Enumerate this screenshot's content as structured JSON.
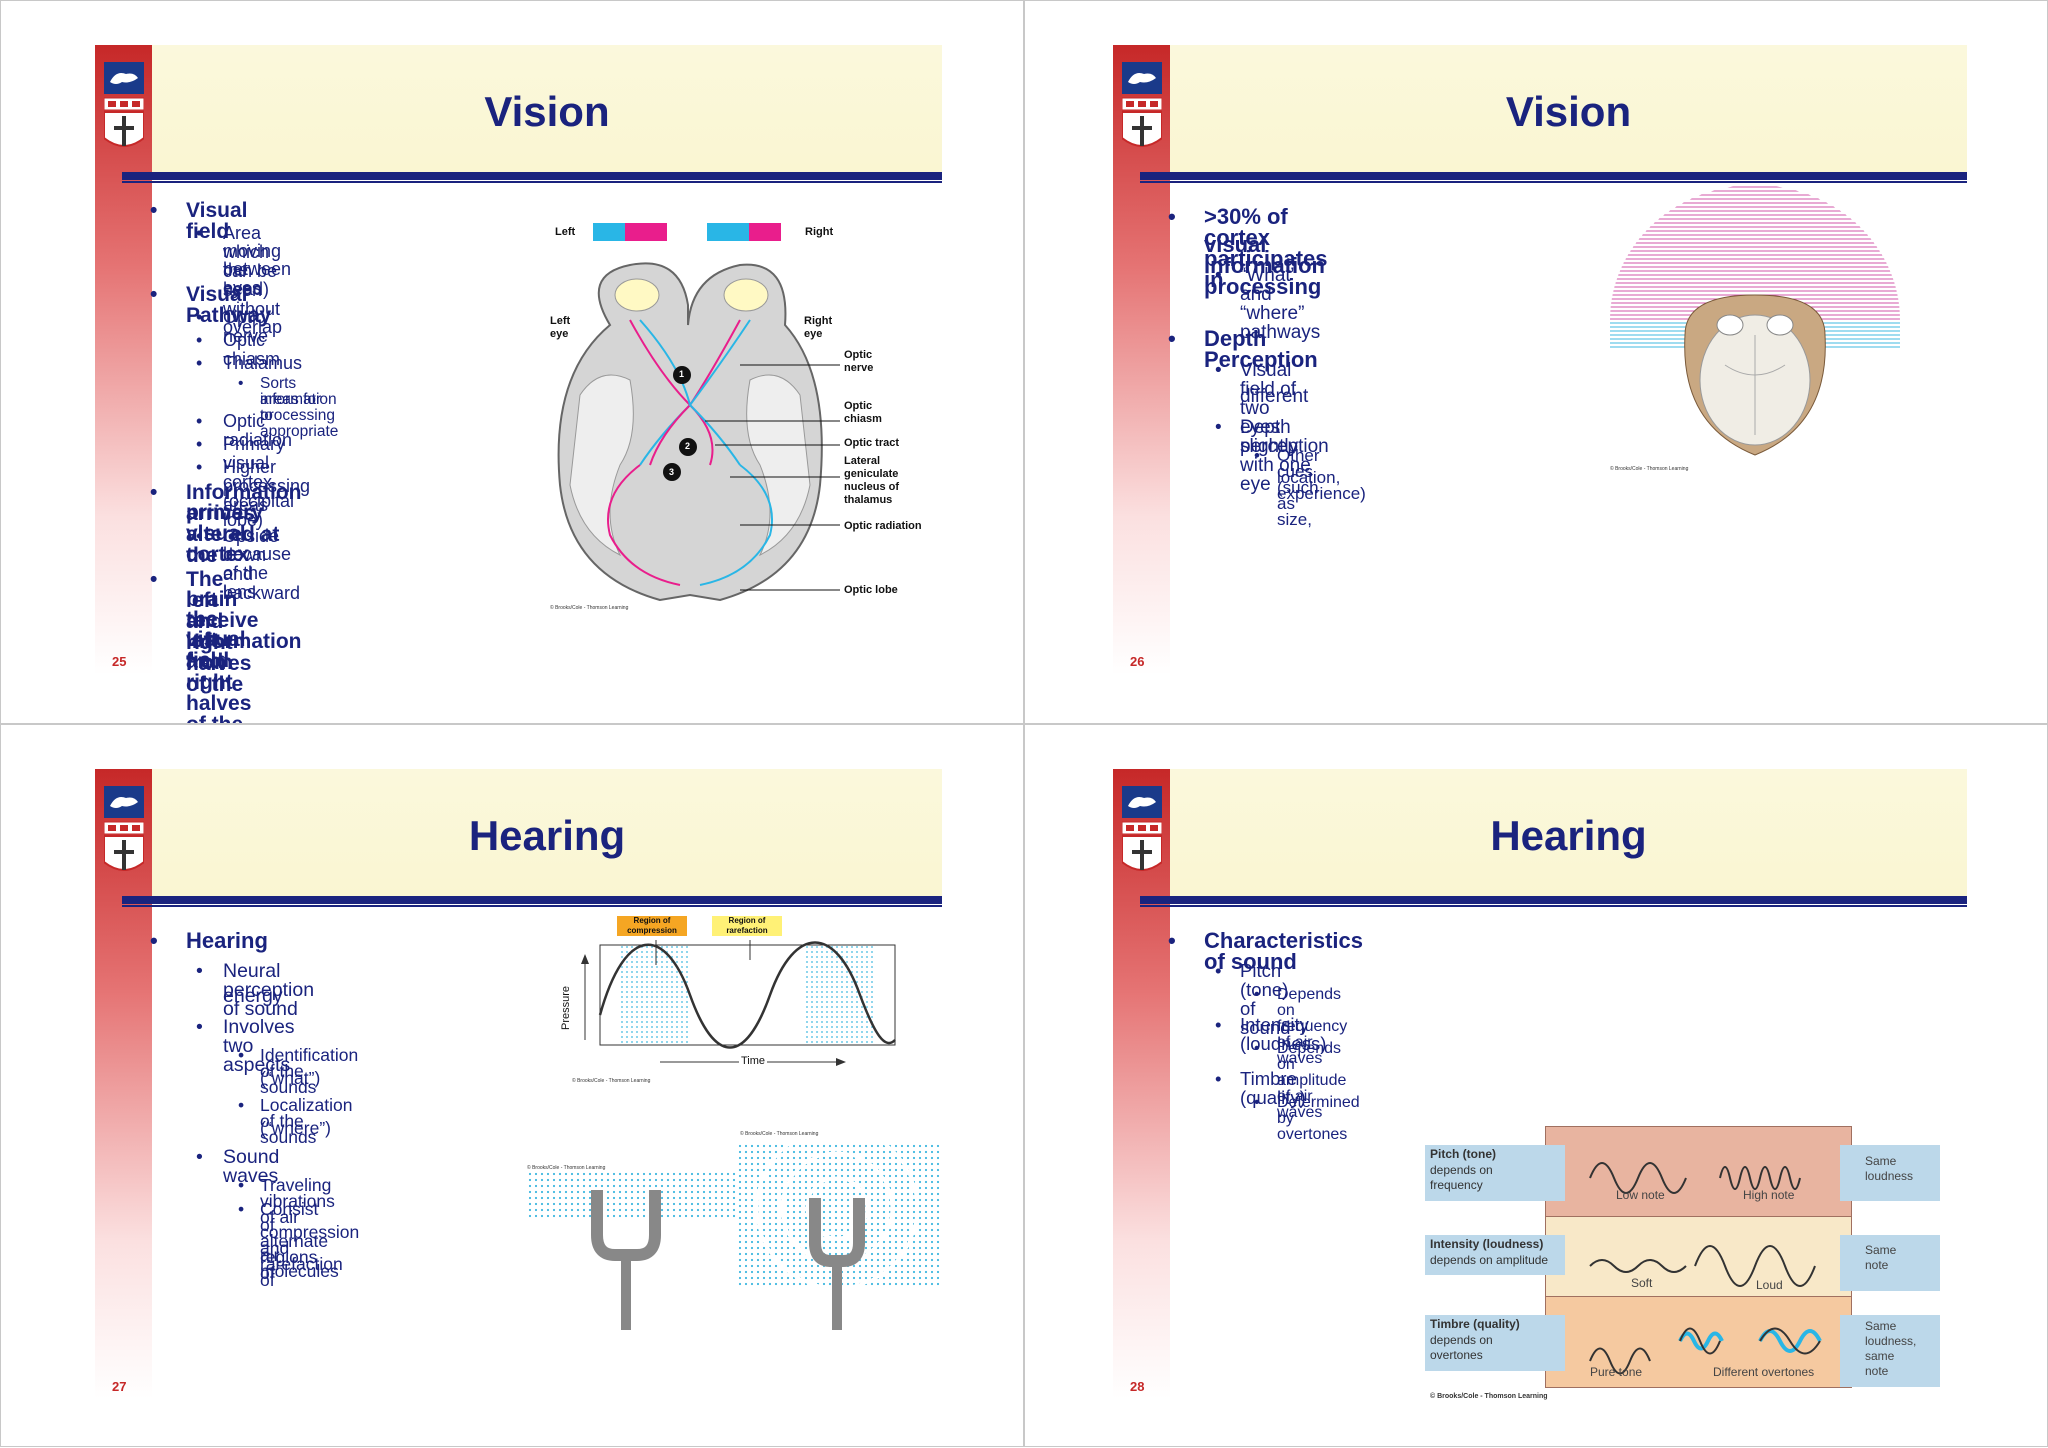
{
  "slides": [
    {
      "title": "Vision",
      "number": "25",
      "bullets": {
        "b1": "Visual field",
        "b1a": "Area which can be seen without",
        "b1a2": "moving the head) → overlap",
        "b1a3": "between eyes",
        "b2": "Visual Pathway",
        "b2a": "Optic nerve",
        "b2b": "Optic chiasm",
        "b2c": "Thalamus",
        "b2c1": "Sorts information to appropriate",
        "b2c2": "areas for processing",
        "b2d": "Optic radiation",
        "b2e": "Primary visual cortex (occipital lobe)",
        "b2f": "Higher processing areas",
        "b3": "Information arrives altered at the",
        "b3b": "primary visual cortex",
        "b3a": "Upside down and backward",
        "b3a2": "because of the lens",
        "b4": "The left and right halves of the",
        "b4b": "brain receive information from",
        "b4c": "the left and right halves of the",
        "b4d": "visual field"
      },
      "figure": {
        "left": "Left",
        "right": "Right",
        "left_eye": "Left\neye",
        "right_eye": "Right\neye",
        "optic_nerve": "Optic\nnerve",
        "optic_chiasm": "Optic\nchiasm",
        "optic_tract": "Optic tract",
        "lgn": "Lateral\ngeniculate\nnucleus of\nthalamus",
        "optic_radiation": "Optic radiation",
        "optic_lobe": "Optic lobe",
        "n1": "1",
        "n2": "2",
        "n3": "3",
        "credit": "© Brooks/Cole - Thomson Learning"
      }
    },
    {
      "title": "Vision",
      "number": "26",
      "bullets": {
        "b1": ">30% of cortex participates in",
        "b1b": "visual information processing",
        "b1a": "“What” and “where” pathways",
        "b2": "Depth Perception",
        "b2a": "Visual field of two eyes slightly",
        "b2a2": "different",
        "b2b": "Depth perception with one eye",
        "b2b1": "Other cues (such as size,",
        "b2b2": "location, experience)"
      },
      "figure": {
        "credit": "© Brooks/Cole - Thomson Learning"
      }
    },
    {
      "title": "Hearing",
      "number": "27",
      "bullets": {
        "b1": "Hearing",
        "b1a": "Neural perception of sound",
        "b1a2": "energy",
        "b1b": "Involves two aspects",
        "b1b1": "Identification of the sounds",
        "b1b1b": "(“what”)",
        "b1b2": "Localization of the sounds",
        "b1b2b": "(“where”)",
        "b1c": "Sound waves",
        "b1c1": "Traveling vibrations of air",
        "b1c2": "Consist of alternate regions of",
        "b1c2b": "compression and rarefaction of",
        "b1c2c": "air molecules"
      },
      "figure": {
        "compression": "Region of\ncompression",
        "rarefaction": "Region of\nrarefaction",
        "pressure": "Pressure",
        "time": "Time",
        "credit": "© Brooks/Cole - Thomson Learning"
      }
    },
    {
      "title": "Hearing",
      "number": "28",
      "bullets": {
        "b1": "Characteristics of sound",
        "b1a": "Pitch (tone) of sound",
        "b1a1": "Depends on frequency of air waves",
        "b1b": "Intensity (loudness)",
        "b1b1": "Depends on amplitude of air waves",
        "b1c": "Timbre (quality)",
        "b1c1": "Determined by overtones"
      },
      "figure": {
        "pitch_title": "Pitch (tone)",
        "pitch_sub": "depends on\nfrequency",
        "low_note": "Low note",
        "high_note": "High note",
        "same_loudness": "Same\nloudness",
        "int_title": "Intensity (loudness)",
        "int_sub": "depends on amplitude",
        "soft": "Soft",
        "loud": "Loud",
        "same_note": "Same\nnote",
        "timbre_title": "Timbre (quality)",
        "timbre_sub": "depends on\novertones",
        "pure_tone": "Pure tone",
        "diff_overtones": "Different overtones",
        "same_both": "Same\nloudness,\nsame\nnote",
        "credit": "© Brooks/Cole - Thomson Learning"
      }
    }
  ]
}
